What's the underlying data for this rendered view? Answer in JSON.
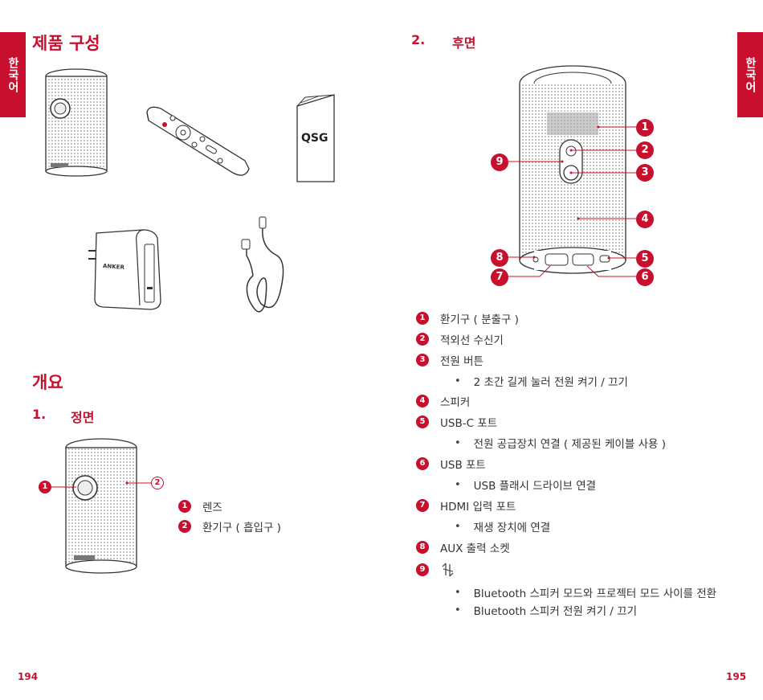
{
  "side_tab": "한국어",
  "left": {
    "title": "제품 구성",
    "qsg_label": "QSG",
    "adapter_brand": "ANKER",
    "overview_title": "개요",
    "front_section": "1.",
    "front_title": "정면",
    "front_items": [
      {
        "num": "1",
        "text": "렌즈"
      },
      {
        "num": "2",
        "text": "환기구 ( 흡입구 )"
      }
    ],
    "page_number": "194"
  },
  "right": {
    "back_section": "2.",
    "back_title": "후면",
    "callouts": [
      "1",
      "2",
      "3",
      "4",
      "5",
      "6",
      "7",
      "8",
      "9"
    ],
    "items": [
      {
        "num": "1",
        "text": "환기구 ( 분출구 )"
      },
      {
        "num": "2",
        "text": "적외선 수신기"
      },
      {
        "num": "3",
        "text": "전원 버튼"
      },
      {
        "sub": "2 초간 길게 눌러 전원 켜기 / 끄기"
      },
      {
        "num": "4",
        "text": "스피커"
      },
      {
        "num": "5",
        "text": "USB-C 포트"
      },
      {
        "sub": "전원 공급장치 연결 ( 제공된 케이블 사용 )"
      },
      {
        "num": "6",
        "text": "USB 포트"
      },
      {
        "sub": "USB 플래시 드라이브 연결"
      },
      {
        "num": "7",
        "text": "HDMI 입력 포트"
      },
      {
        "sub": "재생 장치에 연결"
      },
      {
        "num": "8",
        "text": "AUX 출력 소켓"
      },
      {
        "num": "9",
        "text": ""
      },
      {
        "sub": "Bluetooth 스피커 모드와 프로젝터 모드 사이를 전환"
      },
      {
        "sub": "Bluetooth 스피커 전원 켜기 / 끄기"
      }
    ],
    "bullet": "•",
    "page_number": "195"
  },
  "colors": {
    "accent": "#c8102e"
  }
}
